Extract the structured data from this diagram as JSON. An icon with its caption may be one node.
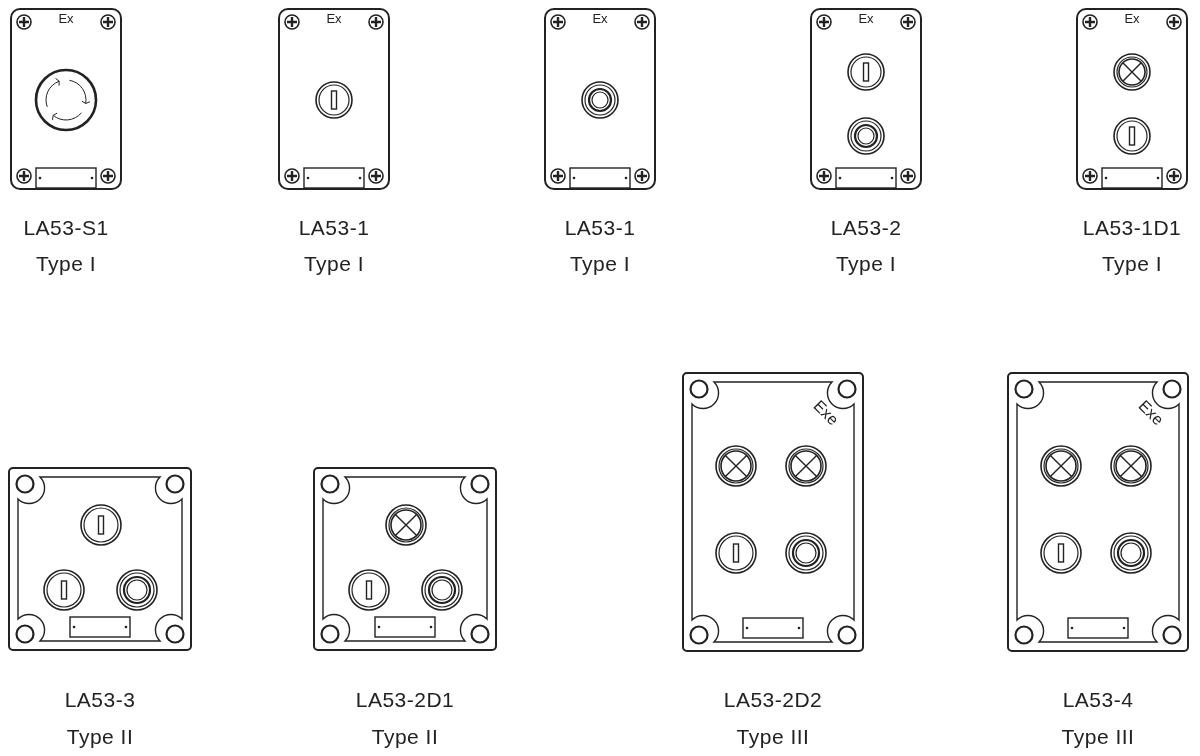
{
  "diagram": {
    "nodes": [
      {
        "text": [
          "Ex"
        ],
        "beside": [
          "LA53-S1",
          "Type I"
        ]
      },
      {
        "text": [
          "Ex"
        ],
        "beside": [
          "LA53-1",
          "Type I"
        ]
      },
      {
        "text": [
          "Ex"
        ],
        "beside": [
          "LA53-1",
          "Type I"
        ]
      },
      {
        "text": [
          "Ex"
        ],
        "beside": [
          "LA53-2",
          "Type I"
        ]
      },
      {
        "text": [
          "Ex"
        ],
        "beside": [
          "LA53-1D1",
          "Type I"
        ]
      },
      {
        "text": [],
        "shape": "box",
        "beside": [
          "LA53-3",
          "Type II"
        ]
      },
      {
        "text": [],
        "shape": "box",
        "beside": [
          "LA53-2D1",
          "Type II"
        ]
      },
      {
        "text": [
          "Exe"
        ],
        "beside": [
          "LA53-2D2",
          "Type III"
        ]
      },
      {
        "text": [
          "Exe"
        ],
        "beside": [
          "LA53-4",
          "Type III"
        ]
      }
    ]
  }
}
